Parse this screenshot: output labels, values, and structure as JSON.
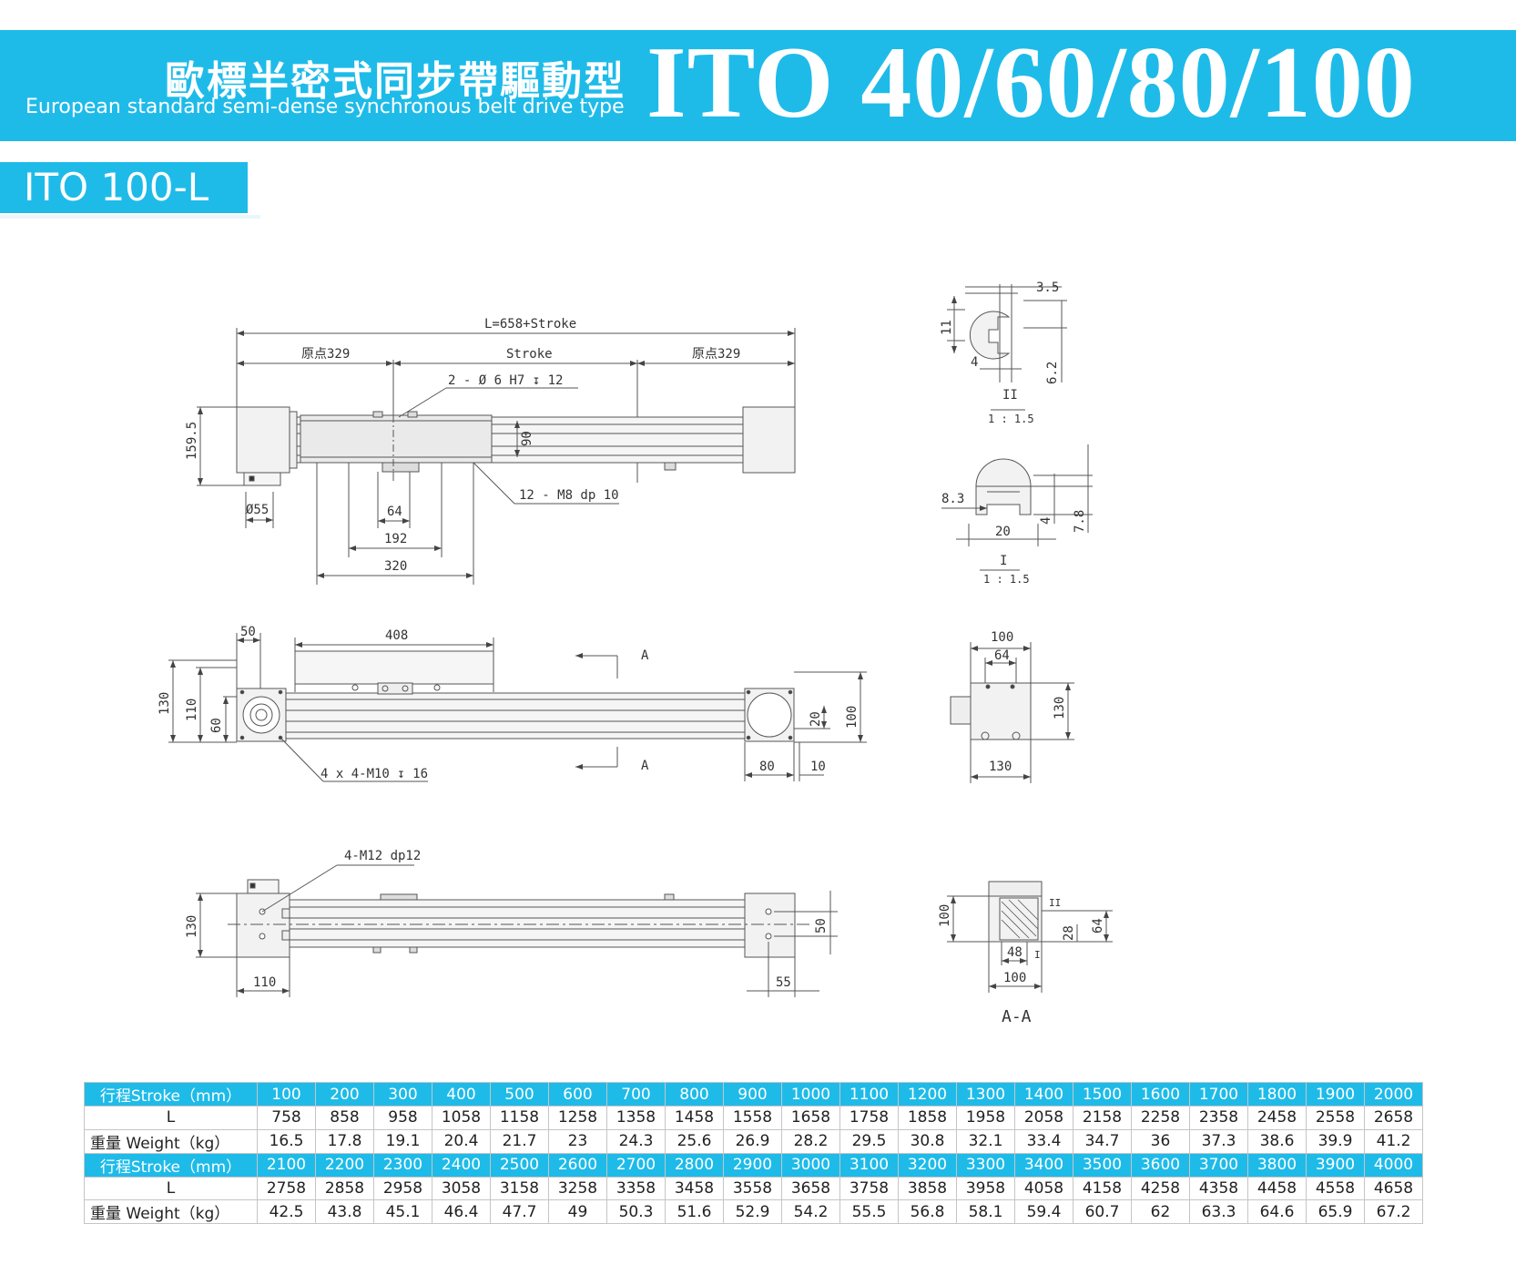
{
  "header": {
    "title_cn": "歐標半密式同步帶驅動型",
    "title_en": "European standard semi-dense synchronous belt drive type",
    "model_series": "ITO 40/60/80/100",
    "model_tag": "ITO 100-L"
  },
  "drawing": {
    "front": {
      "overall": "L=658+Stroke",
      "left_origin": "原点329",
      "stroke": "Stroke",
      "right_origin": "原点329",
      "pin_holes": "2 - Ø 6 H7 ↧ 12",
      "height": "159.5",
      "dim_90": "90",
      "shaft": "Ø55",
      "mount_holes": "12 - M8 dp 10",
      "dim_64": "64",
      "dim_192": "192",
      "dim_320": "320"
    },
    "top": {
      "dim_50": "50",
      "dim_408": "408",
      "section_a_top": "A",
      "section_a_bottom": "A",
      "h130": "130",
      "h110": "110",
      "h60": "60",
      "holes": "4 x 4-M10 ↧ 16",
      "dim_20": "20",
      "dim_100": "100",
      "dim_80": "80",
      "dim_10": "10"
    },
    "bottom": {
      "holes": "4-M12 dp12",
      "h130": "130",
      "dim_110": "110",
      "dim_50": "50",
      "dim_55": "55"
    },
    "detail_ii": {
      "d35": "3.5",
      "d11": "11",
      "d4": "4",
      "d62": "6.2",
      "name": "II",
      "scale": "1 : 1.5"
    },
    "detail_i": {
      "d83": "8.3",
      "d20": "20",
      "d4": "4",
      "d78": "7.8",
      "name": "I",
      "scale": "1 : 1.5"
    },
    "end_view": {
      "d100": "100",
      "d64": "64",
      "d130h": "130",
      "d130w": "130"
    },
    "section": {
      "d100h": "100",
      "d28": "28",
      "d64": "64",
      "d48": "48",
      "d100w": "100",
      "mark_i": "I",
      "mark_ii": "II",
      "name": "A-A"
    }
  },
  "table": {
    "stroke_label": "行程Stroke（mm）",
    "l_label": "L",
    "weight_label": "重量 Weight（kg）",
    "blocks": [
      {
        "stroke": [
          "100",
          "200",
          "300",
          "400",
          "500",
          "600",
          "700",
          "800",
          "900",
          "1000",
          "1100",
          "1200",
          "1300",
          "1400",
          "1500",
          "1600",
          "1700",
          "1800",
          "1900",
          "2000"
        ],
        "L": [
          "758",
          "858",
          "958",
          "1058",
          "1158",
          "1258",
          "1358",
          "1458",
          "1558",
          "1658",
          "1758",
          "1858",
          "1958",
          "2058",
          "2158",
          "2258",
          "2358",
          "2458",
          "2558",
          "2658"
        ],
        "weight": [
          "16.5",
          "17.8",
          "19.1",
          "20.4",
          "21.7",
          "23",
          "24.3",
          "25.6",
          "26.9",
          "28.2",
          "29.5",
          "30.8",
          "32.1",
          "33.4",
          "34.7",
          "36",
          "37.3",
          "38.6",
          "39.9",
          "41.2"
        ]
      },
      {
        "stroke": [
          "2100",
          "2200",
          "2300",
          "2400",
          "2500",
          "2600",
          "2700",
          "2800",
          "2900",
          "3000",
          "3100",
          "3200",
          "3300",
          "3400",
          "3500",
          "3600",
          "3700",
          "3800",
          "3900",
          "4000"
        ],
        "L": [
          "2758",
          "2858",
          "2958",
          "3058",
          "3158",
          "3258",
          "3358",
          "3458",
          "3558",
          "3658",
          "3758",
          "3858",
          "3958",
          "4058",
          "4158",
          "4258",
          "4358",
          "4458",
          "4558",
          "4658"
        ],
        "weight": [
          "42.5",
          "43.8",
          "45.1",
          "46.4",
          "47.7",
          "49",
          "50.3",
          "51.6",
          "52.9",
          "54.2",
          "55.5",
          "56.8",
          "58.1",
          "59.4",
          "60.7",
          "62",
          "63.3",
          "64.6",
          "65.9",
          "67.2"
        ]
      }
    ]
  },
  "colors": {
    "accent": "#1ebbe9",
    "line": "#555555",
    "fill": "#f2f2f2"
  }
}
